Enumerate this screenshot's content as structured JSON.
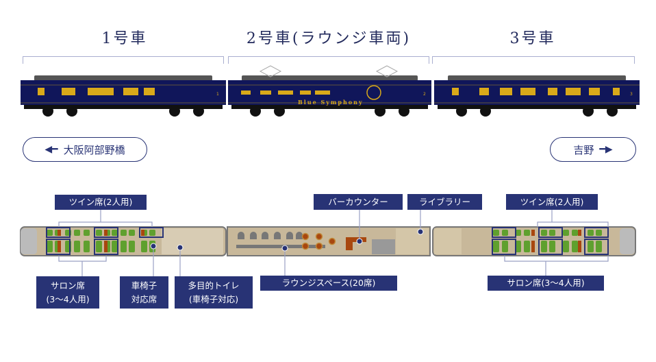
{
  "cars": [
    {
      "title": "1号車"
    },
    {
      "title": "2号車(ラウンジ車両)"
    },
    {
      "title": "3号車"
    }
  ],
  "train": {
    "name_plate": "Blue Symphony",
    "car_numbers": [
      "1",
      "2",
      "3"
    ]
  },
  "directions": {
    "left": "大阪阿部野橋",
    "right": "吉野"
  },
  "labels": {
    "twin_left": "ツイン席(2人用)",
    "salon_left_1": "サロン席",
    "salon_left_2": "(3〜4人用)",
    "wheelchair_1": "車椅子",
    "wheelchair_2": "対応席",
    "toilet_1": "多目的トイレ",
    "toilet_2": "(車椅子対応)",
    "lounge": "ラウンジスペース(20席)",
    "bar": "バーカウンター",
    "library": "ライブラリー",
    "twin_right": "ツイン席(2人用)",
    "salon_right": "サロン席(3〜4人用)"
  },
  "colors": {
    "navy": "#283375",
    "body": "#10165a",
    "gold": "#d9a91a",
    "floor": "#c8b89a",
    "seat": "#5fa02e",
    "table": "#a8470f"
  }
}
